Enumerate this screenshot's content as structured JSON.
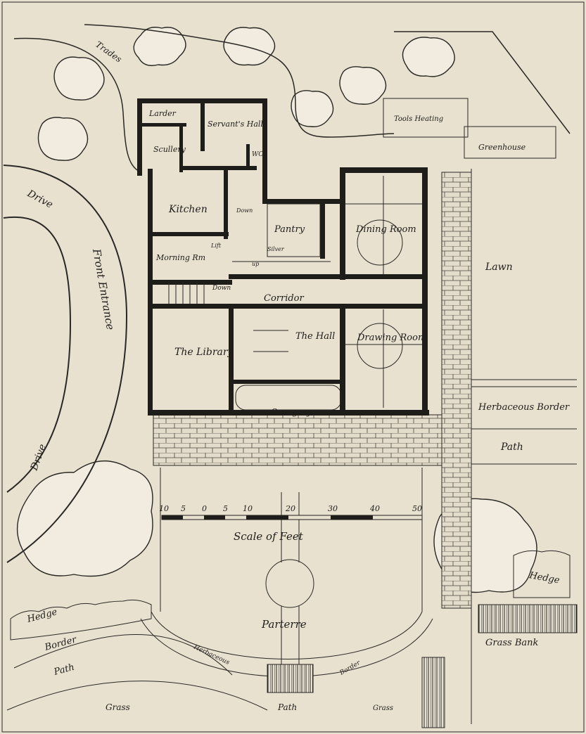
{
  "colors": {
    "paper": "#e8e1d0",
    "ink": "#1f1d1a"
  },
  "labels": {
    "trades": "Trades",
    "drive_top": "Drive",
    "drive_bottom": "Drive",
    "front_entrance": "Front Entrance",
    "larder": "Larder",
    "servants_hall": "Servant's Hall",
    "scullery": "Scullery",
    "wc": "WC",
    "kitchen": "Kitchen",
    "down_1": "Down",
    "pantry": "Pantry",
    "silver": "Silver",
    "dining_room": "Dining Room",
    "morning_rm": "Morning Rm",
    "lift": "Lift",
    "up": "up",
    "down_2": "Down",
    "corridor": "Corridor",
    "the_hall": "The Hall",
    "drawing_room": "Drawing Room",
    "the_library": "The Library",
    "orangery": "Orangery",
    "tools_heating": "Tools Heating",
    "greenhouse": "Greenhouse",
    "lawn": "Lawn",
    "herbaceous_border_right": "Herbaceous Border",
    "path_right": "Path",
    "hedge_right": "Hedge",
    "grass_bank": "Grass Bank",
    "hedge_left": "Hedge",
    "border_left": "Border",
    "path_left": "Path",
    "parterre": "Parterre",
    "herbaceous_bottom": "Herbaceous",
    "border_bottom": "Border",
    "grass_left": "Grass",
    "path_bottom": "Path",
    "grass_right": "Grass",
    "scale_title": "Scale of Feet"
  },
  "scale": {
    "ticks": [
      "10",
      "5",
      "0",
      "5",
      "10",
      "20",
      "30",
      "40",
      "50"
    ]
  }
}
